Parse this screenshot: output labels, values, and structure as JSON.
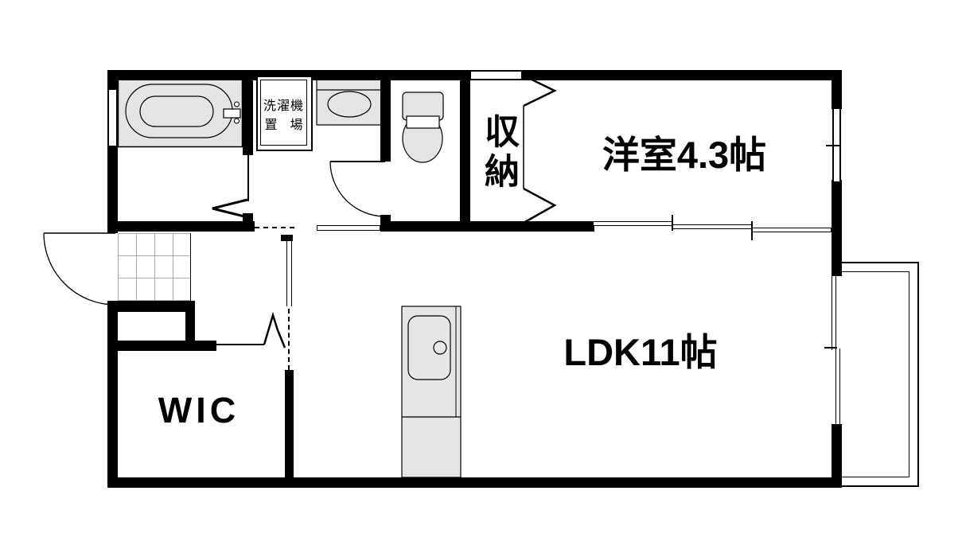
{
  "floorplan": {
    "rooms": {
      "western_room": {
        "label": "洋室4.3帖"
      },
      "ldk": {
        "label": "LDK11帖"
      },
      "wic": {
        "label": "WIC"
      },
      "closet": {
        "label": "収納"
      },
      "laundry": {
        "line1": "洗濯機",
        "line2": "置　場"
      }
    },
    "fixtures": {
      "bathtub": "bathtub-icon",
      "toilet": "toilet-icon",
      "washbasin": "washbasin-icon",
      "kitchen_sink": "kitchen-sink-icon",
      "entrance_door": "entrance-door-arc",
      "balcony": "balcony-outline",
      "entrance_tile": "genkan-tile-grid"
    },
    "colors": {
      "wall": "#000000",
      "fixture_fill": "#e4e4e4",
      "grid_line": "#aaaaaa",
      "background": "#ffffff"
    }
  }
}
